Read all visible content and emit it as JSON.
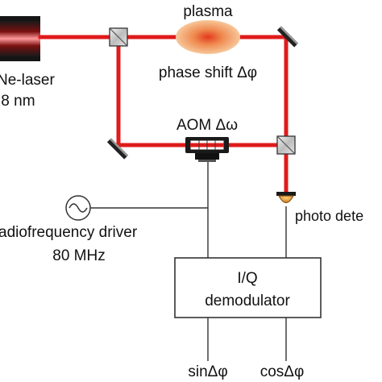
{
  "labels": {
    "plasma": "plasma",
    "phase_shift": "phase shift Δφ",
    "laser_line1": "Ne-laser",
    "laser_line2": ".8 nm",
    "aom": "AOM Δω",
    "photo_detector": "photo dete",
    "rf_driver_line1": "adiofrequency driver",
    "rf_driver_line2": "80 MHz",
    "demod_line1": "I/Q",
    "demod_line2": "demodulator",
    "out_sin": "sinΔφ",
    "out_cos": "cosΔφ"
  },
  "colors": {
    "beam": "#e01b1b",
    "plasma": "#f2a35a",
    "detector": "#e8a23a",
    "wire": "#333333"
  },
  "icons": {
    "rf_source": "ac-source-icon"
  }
}
